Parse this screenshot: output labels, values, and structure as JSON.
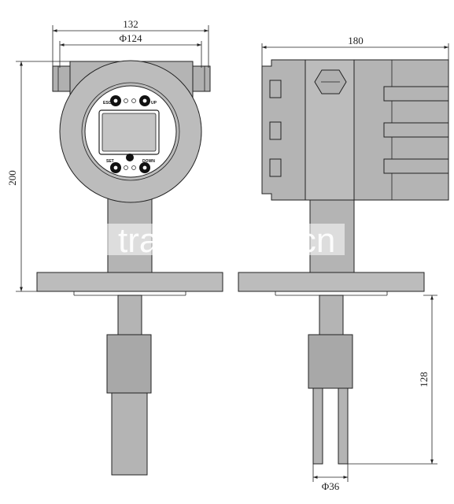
{
  "dimensions": {
    "overall_width": "132",
    "housing_diameter": "Φ124",
    "side_length": "180",
    "overall_height": "200",
    "probe_length": "128",
    "probe_diameter": "Φ36"
  },
  "buttons": {
    "esc": "ESC",
    "up": "UP",
    "set": "SET",
    "down": "DOWN"
  },
  "watermark": "trade.china.cn",
  "colors": {
    "body": "#b4b4b4",
    "body_dark": "#a8a8a8",
    "ring": "#bcbcbc",
    "face": "#ffffff",
    "screen": "#c4c4c4",
    "line": "#222222"
  }
}
